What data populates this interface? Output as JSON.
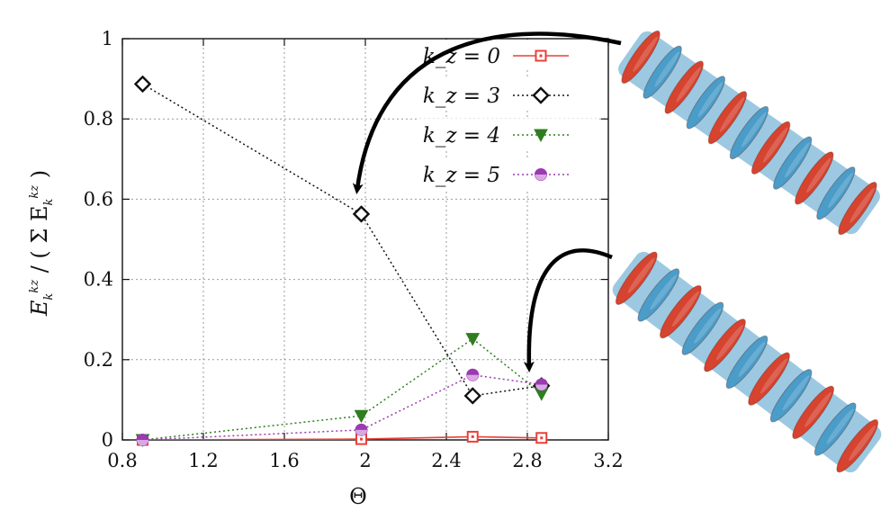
{
  "chart_data": {
    "type": "line",
    "title": "",
    "xlabel": "Θ",
    "ylabel": "E_k^{k_z} / ( Σ E_k^{k_z} )",
    "xlim": [
      0.8,
      3.2
    ],
    "ylim": [
      0,
      1
    ],
    "xticks": [
      "0.8",
      "1.2",
      "1.6",
      "2",
      "2.4",
      "2.8",
      "3.2"
    ],
    "yticks": [
      "0",
      "0.2",
      "0.4",
      "0.6",
      "0.8",
      "1"
    ],
    "grid": true,
    "legend_position": "top-right",
    "series": [
      {
        "name": "k_z = 0",
        "color": "#e8413a",
        "marker": "square-open",
        "line": "solid",
        "x": [
          0.9,
          1.98,
          2.53,
          2.87
        ],
        "y": [
          0.0,
          0.002,
          0.008,
          0.005
        ]
      },
      {
        "name": "k_z = 3",
        "color": "#111111",
        "marker": "diamond-open",
        "line": "dotted",
        "x": [
          0.9,
          1.98,
          2.53,
          2.87
        ],
        "y": [
          0.887,
          0.563,
          0.11,
          0.135
        ]
      },
      {
        "name": "k_z = 4",
        "color": "#2e7d1f",
        "marker": "triangle-down",
        "line": "dotted",
        "x": [
          0.9,
          1.98,
          2.53,
          2.87
        ],
        "y": [
          0.0,
          0.06,
          0.252,
          0.115
        ]
      },
      {
        "name": "k_z = 5",
        "color": "#9b3bb0",
        "marker": "circle-half",
        "line": "dotted",
        "x": [
          0.9,
          1.98,
          2.53,
          2.87
        ],
        "y": [
          0.0,
          0.025,
          0.162,
          0.138
        ]
      }
    ]
  },
  "colors": {
    "helix_red": "#d6432f",
    "helix_blue": "#4a9cc9",
    "arrow": "#000000"
  }
}
